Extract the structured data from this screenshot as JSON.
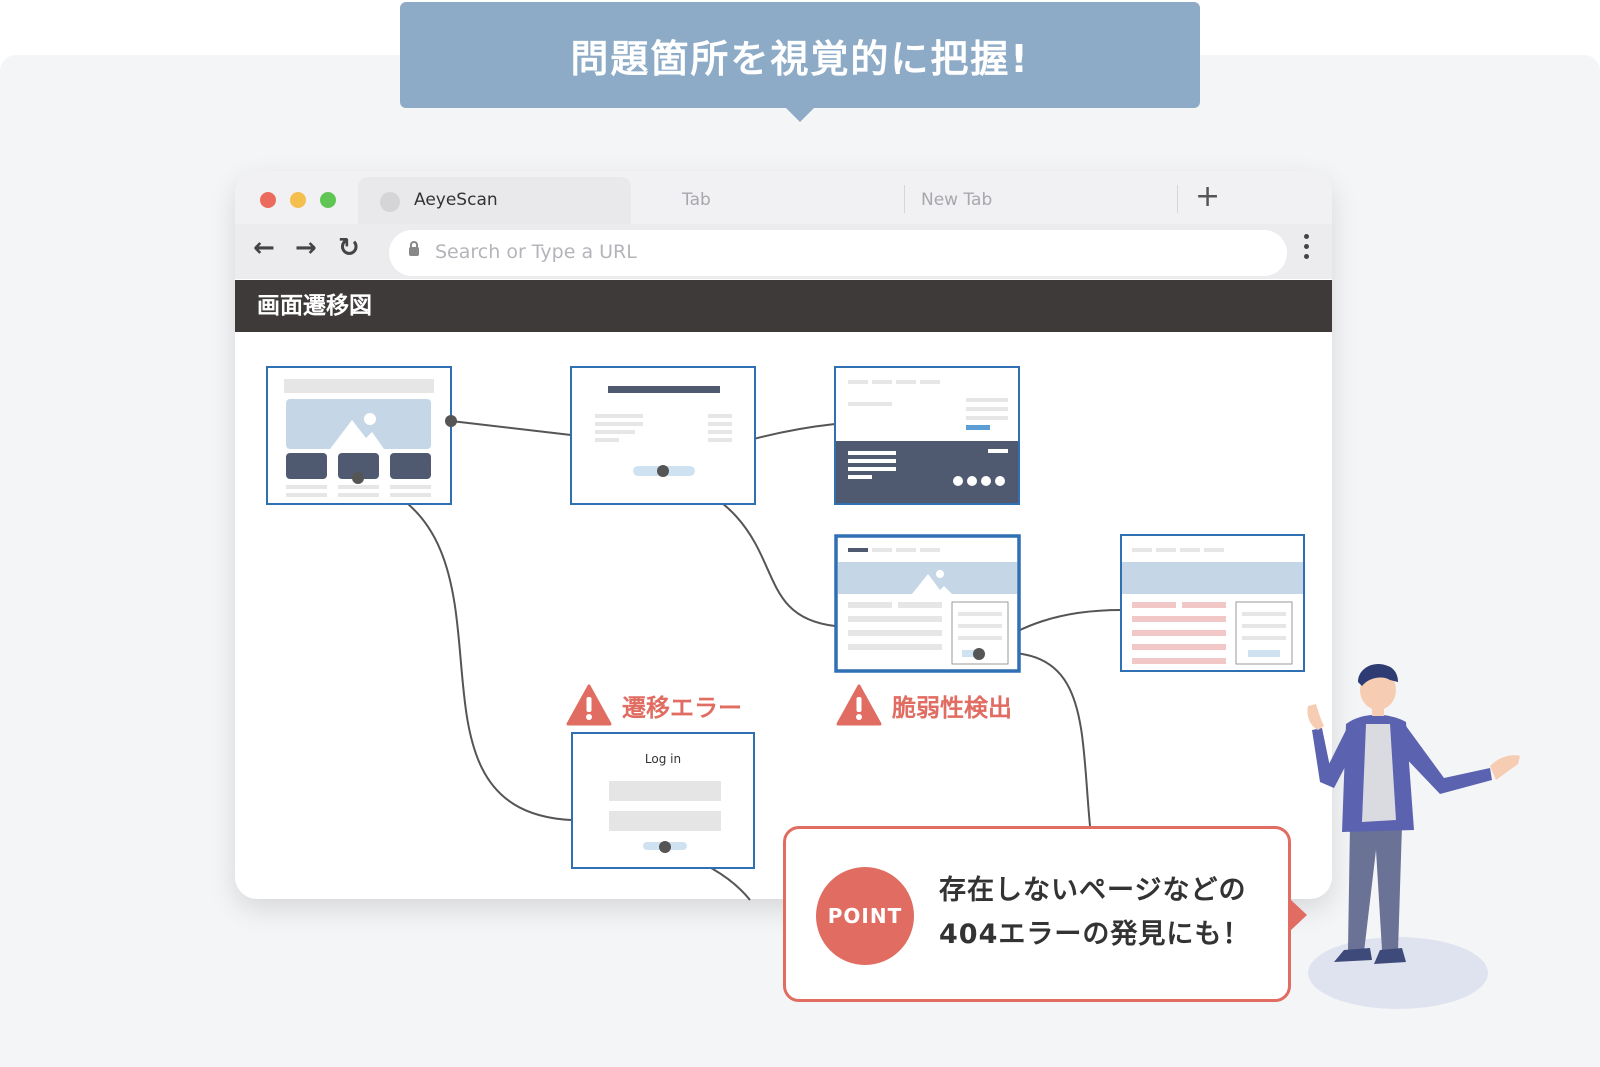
{
  "headline": "問題箇所を視覚的に把握!",
  "browser": {
    "tabs": [
      {
        "label": "AeyeScan",
        "active": true
      },
      {
        "label": "Tab",
        "active": false
      },
      {
        "label": "New Tab",
        "active": false
      }
    ],
    "url_placeholder": "Search or Type a URL",
    "window_controls": {
      "close": "#ed6a5e",
      "minimize": "#f4bf4f",
      "maximize": "#61c554"
    }
  },
  "diagram": {
    "title": "画面遷移図",
    "login_label": "Log in",
    "alerts": {
      "transition_error": "遷移エラー",
      "vulnerability": "脆弱性検出"
    }
  },
  "point": {
    "badge": "POINT",
    "line1": "存在しないページなどの",
    "line2": "404エラーの発見にも！"
  },
  "colors": {
    "headline_bg": "#8dabc6",
    "accent_red": "#e06c62",
    "node_border": "#2f6fb3",
    "header_dark": "#3e3a39"
  }
}
